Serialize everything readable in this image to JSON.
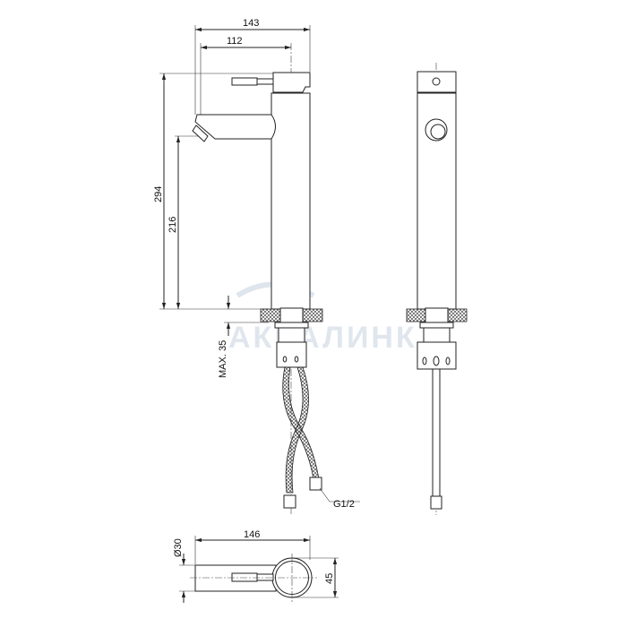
{
  "drawing": {
    "front_view": {
      "dim_overall_width": "143",
      "dim_spout_reach": "112",
      "dim_total_height": "294",
      "dim_spout_height": "216",
      "dim_max_counter": "MAX. 35",
      "connection_label": "G1/2"
    },
    "top_view": {
      "dim_length": "146",
      "dim_spout_diameter": "Ø30",
      "dim_body_diameter": "45"
    },
    "watermark": "АКВАЛИНК",
    "colors": {
      "line": "#222222",
      "watermark": "#c8d3df"
    }
  }
}
